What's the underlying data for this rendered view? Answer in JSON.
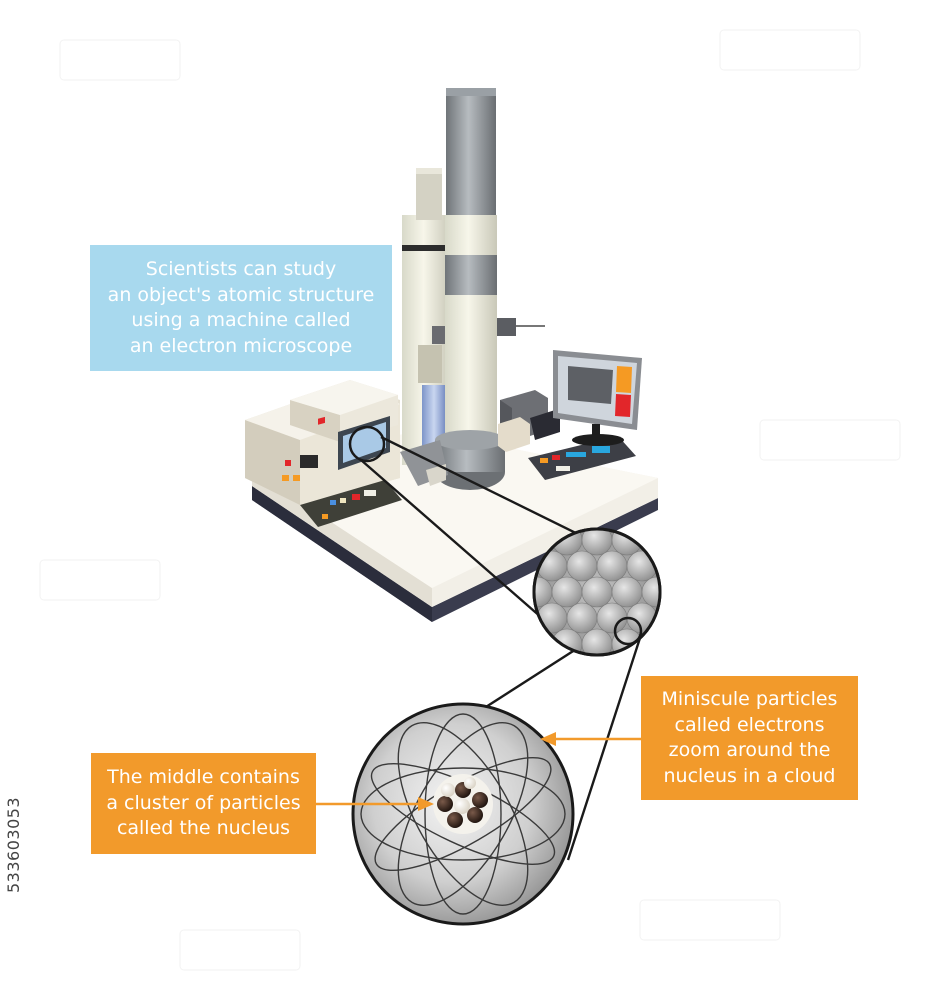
{
  "colors": {
    "blue_callout": "#a8d9ee",
    "orange_callout": "#f29a2b",
    "pointer_orange": "#f29a2b",
    "sphere_gray": "#b9b9b9",
    "desk_top": "#f2efe7",
    "desk_base": "#3a3c4e",
    "monitor_red": "#e2262a",
    "monitor_orange": "#f59a23"
  },
  "callouts": {
    "microscope": {
      "lines": [
        "Scientists can study",
        "an object's atomic structure",
        "using a machine called",
        "an electron microscope"
      ]
    },
    "electrons": {
      "lines": [
        "Miniscule particles",
        "called electrons",
        "zoom around the",
        "nucleus in a cloud"
      ]
    },
    "nucleus": {
      "lines": [
        "The middle contains",
        "a cluster of particles",
        "called the nucleus"
      ]
    }
  },
  "image_id": "533603053",
  "icons": {
    "microscope": "electron-microscope-icon",
    "lattice": "atomic-lattice-magnifier-icon",
    "atom": "atom-magnifier-icon"
  }
}
